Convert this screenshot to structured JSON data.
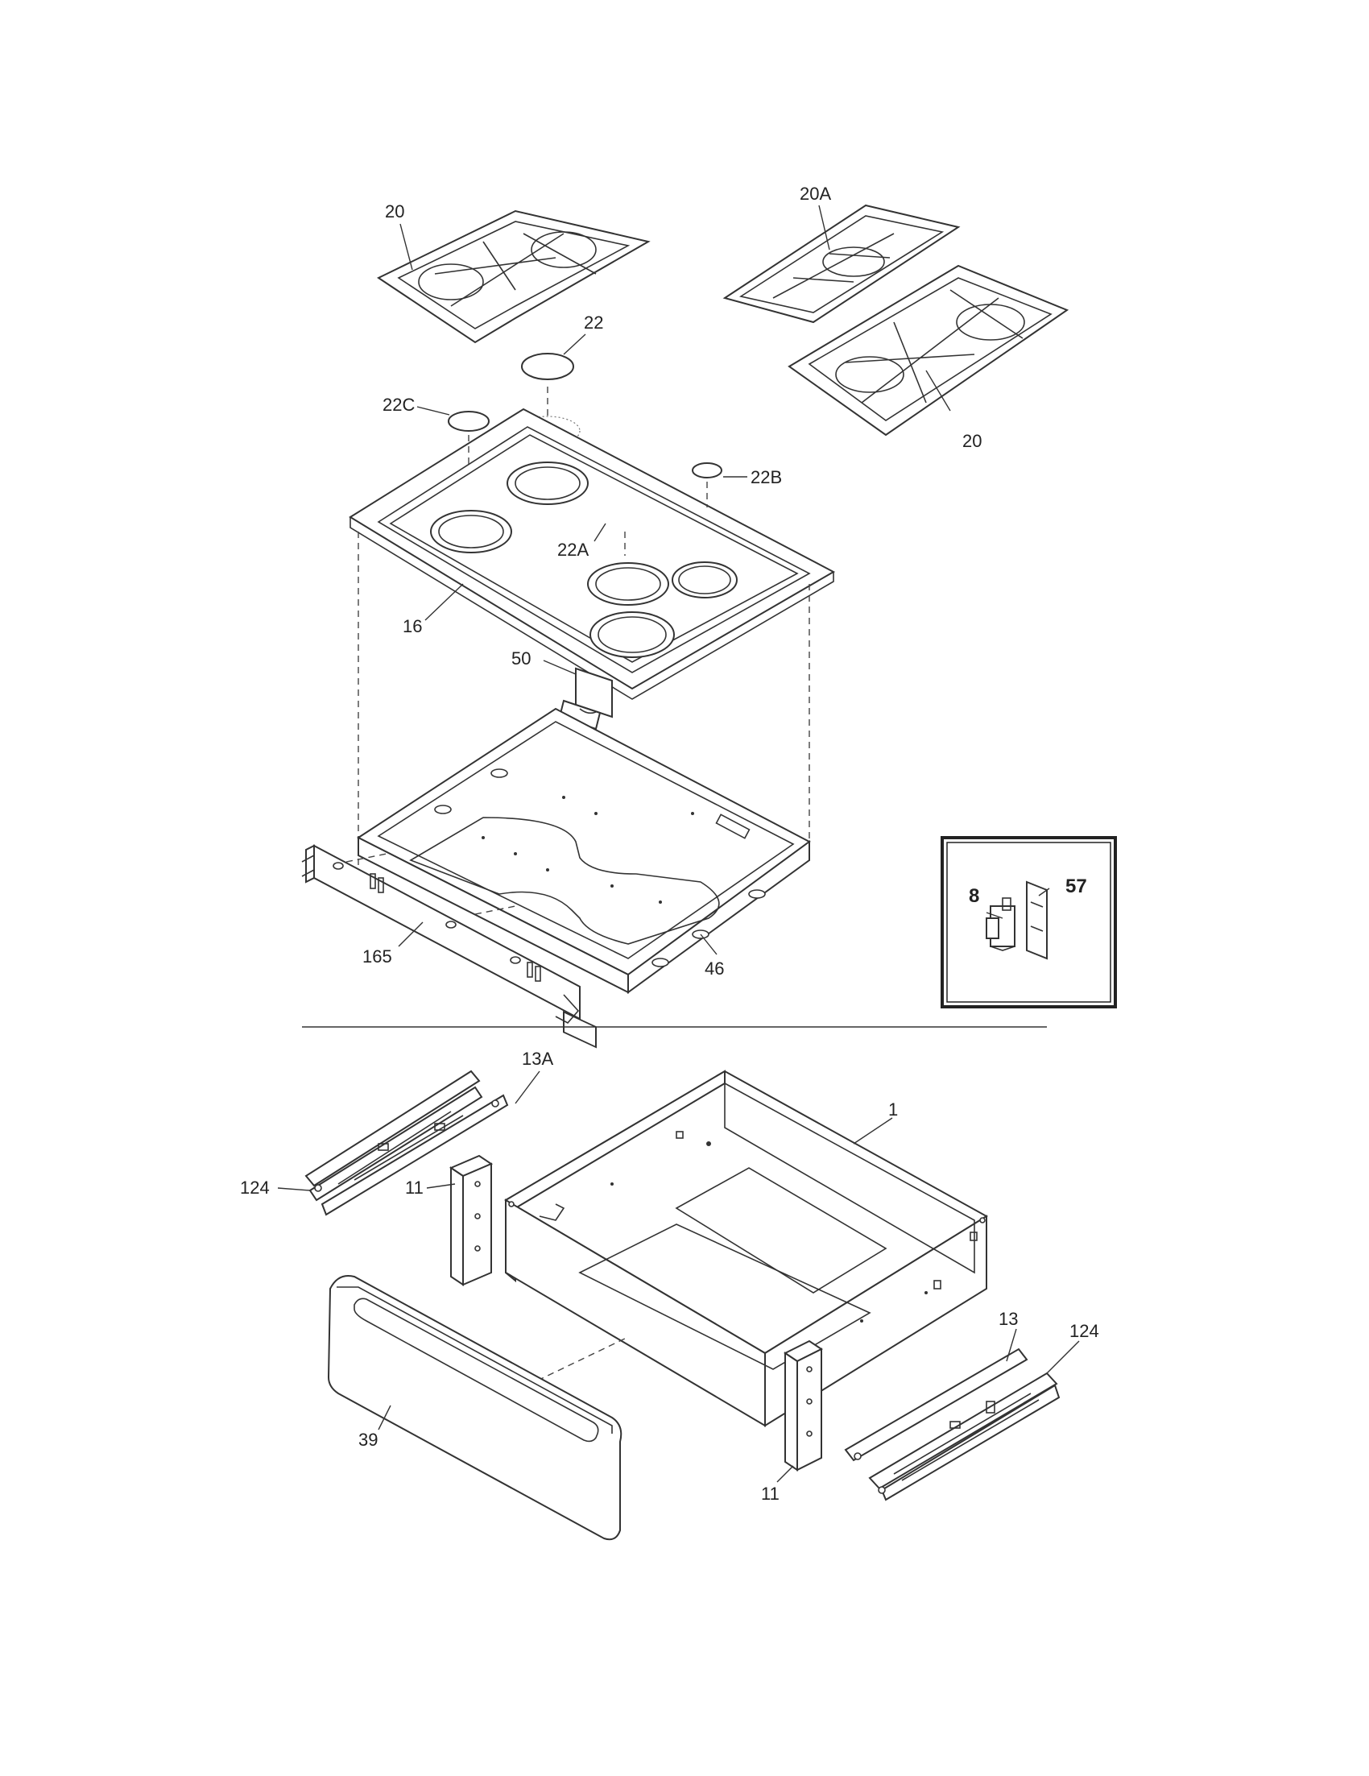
{
  "labels": {
    "grate_left": "20",
    "grate_center": "20A",
    "grate_right": "20",
    "cap_rear": "22",
    "cap_left_rear": "22C",
    "cap_right_rear": "22B",
    "cap_center": "22A",
    "cooktop": "16",
    "bracket": "50",
    "burner_box": "46",
    "front_rail": "165",
    "inset_left": "8",
    "inset_right": "57",
    "slide_left": "13A",
    "slide_left_outer": "124",
    "support_left": "11",
    "drawer_body": "1",
    "drawer_front": "39",
    "slide_right": "13",
    "slide_right_outer": "124",
    "support_right": "11"
  }
}
